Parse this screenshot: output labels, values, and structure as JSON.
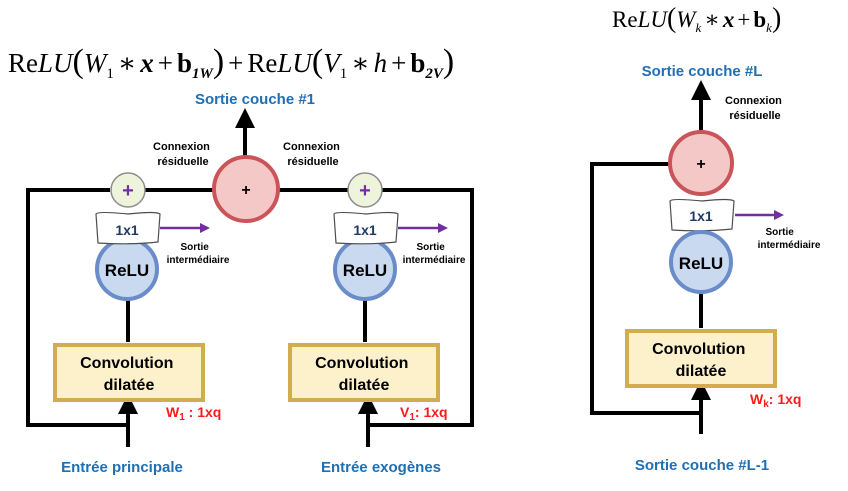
{
  "formulas": {
    "left": {
      "relu1": "Re",
      "lu1": "LU",
      "w1": "W",
      "w1_sub": "1",
      "star1": "∗",
      "x1": "x",
      "plus1": "+",
      "b1": "b",
      "b1_sub": "1W",
      "join": "+",
      "relu2": "Re",
      "lu2": "LU",
      "v1": "V",
      "v1_sub": "1",
      "star2": "∗",
      "h": "h",
      "plus2": "+",
      "b2": "b",
      "b2_sub": "2V"
    },
    "right": {
      "relu": "Re",
      "lu": "LU",
      "w": "W",
      "w_sub": "k",
      "star": "∗",
      "x": "x",
      "plus": "+",
      "b": "b",
      "b_sub": "k"
    }
  },
  "left_panel": {
    "output_label": "Sortie couche #1",
    "main_add_symbol": "+",
    "residual_left": [
      "Connexion",
      "résiduelle"
    ],
    "residual_right": [
      "Connexion",
      "résiduelle"
    ],
    "branch_main": {
      "add_symbol": "+",
      "conv1x1": "1x1",
      "relu": "ReLU",
      "intermediate": [
        "Sortie",
        "intermédiaire"
      ],
      "conv": [
        "Convolution",
        "dilatée"
      ],
      "weight": "W",
      "weight_sub": "1",
      "weight_suffix": " : 1xq",
      "input_label": "Entrée principale"
    },
    "branch_exo": {
      "add_symbol": "+",
      "conv1x1": "1x1",
      "relu": "ReLU",
      "intermediate": [
        "Sortie",
        "intermédiaire"
      ],
      "conv": [
        "Convolution",
        "dilatée"
      ],
      "weight": "V",
      "weight_sub": "1",
      "weight_suffix": ": 1xq",
      "input_label": "Entrée exogènes"
    }
  },
  "right_panel": {
    "output_label": "Sortie couche #L",
    "add_symbol": "+",
    "residual": [
      "Connexion",
      "résiduelle"
    ],
    "conv1x1": "1x1",
    "intermediate": [
      "Sortie",
      "intermédiaire"
    ],
    "relu": "ReLU",
    "conv": [
      "Convolution",
      "dilatée"
    ],
    "weight": "W",
    "weight_sub": "k",
    "weight_suffix": ": 1xq",
    "input_label": "Sortie couche #L-1"
  },
  "colors": {
    "title_blue": "#1f6fb4",
    "weight_red": "#ff1a1a",
    "relu_fill": "#c8d9f0",
    "relu_stroke": "#6a8cc8",
    "conv_fill": "#fdf1cc",
    "conv_stroke": "#d2ad4d",
    "add_big_fill": "#f5c8c8",
    "add_big_stroke": "#c9545a",
    "add_small_fill": "#eef3dc",
    "add_small_stroke": "#8c8c8c",
    "plus_purple": "#7030a0",
    "arrow_purple": "#7030a0"
  }
}
